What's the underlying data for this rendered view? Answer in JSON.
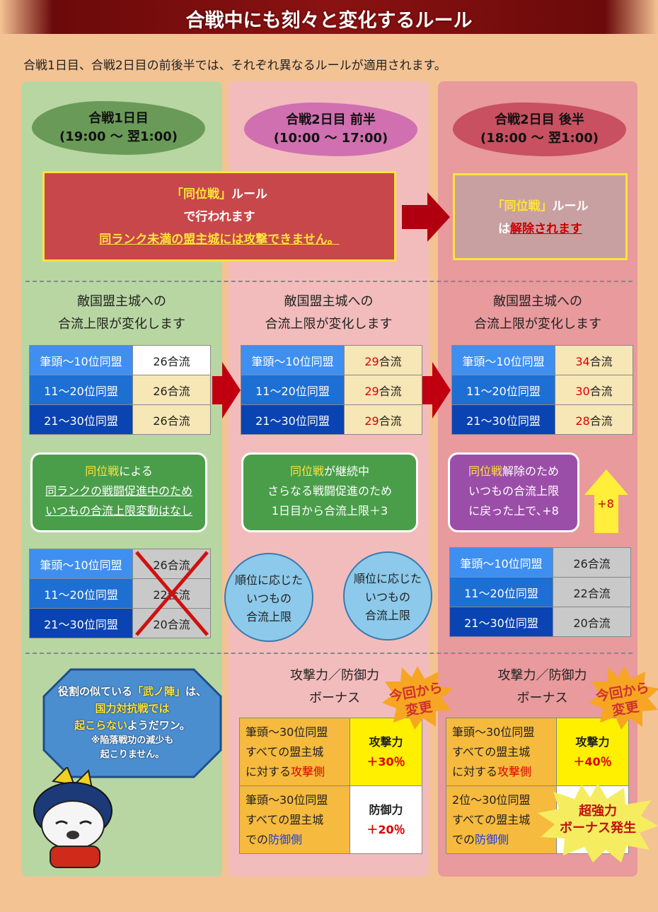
{
  "title": "合戦中にも刻々と変化するルール",
  "intro": "合戦1日目、合戦2日目の前後半では、それぞれ異なるルールが適用されます。",
  "colors": {
    "day1": "#6a9a58",
    "day2a": "#d070b0",
    "day2b": "#c85060",
    "accent": "#ffe33c"
  },
  "columns": [
    {
      "name": "合戦1日目",
      "time": "(19:00 〜 翌1:00)"
    },
    {
      "name": "合戦2日目 前半",
      "time": "(10:00 〜 17:00)"
    },
    {
      "name": "合戦2日目 後半",
      "time": "(18:00 〜 翌1:00)"
    }
  ],
  "rule_box": {
    "l1a": "「同位戦」",
    "l1b": "ルール",
    "l2": "で行われます",
    "l3": "同ランク未満の盟主城には攻撃できません。"
  },
  "rule_box2": {
    "l1a": "「同位戦」",
    "l1b": "ルール",
    "l2a": "は",
    "l2b": "解除されます"
  },
  "section_heading": {
    "l1": "敵国盟主城への",
    "l2": "合流上限が変化します"
  },
  "ranks": [
    "筆頭〜10位同盟",
    "11〜20位同盟",
    "21〜30位同盟"
  ],
  "unit": "合流",
  "limits": [
    [
      "26",
      "26",
      "26"
    ],
    [
      "29",
      "29",
      "29"
    ],
    [
      "34",
      "30",
      "28"
    ]
  ],
  "normal_limits": [
    "26",
    "22",
    "20"
  ],
  "bubbles": [
    {
      "l1a": "同位戦",
      "l1b": "による",
      "l2": "同ランクの戦闘促進中のため",
      "l3": "いつもの合流上限変動はなし"
    },
    {
      "l1a": "同位戦",
      "l1b": "が継続中",
      "l2": "さらなる戦闘促進のため",
      "l3": "1日目から合流上限＋3"
    },
    {
      "l1a": "同位戦",
      "l1b": "解除のため",
      "l2": "いつもの合流上限",
      "l3": "に戻った上で､+8"
    }
  ],
  "up_arrow": "+8",
  "circle": {
    "l1": "順位に応じた",
    "l2": "いつもの",
    "l3": "合流上限"
  },
  "bonus_heading": {
    "l1": "攻撃力／防御力",
    "l2": "ボーナス"
  },
  "burst_change": {
    "l1": "今回から",
    "l2": "変更"
  },
  "bonus": [
    {
      "atk_l1": "筆頭〜30位同盟",
      "atk_l2": "すべての盟主城",
      "atk_l3a": "に対する",
      "atk_l3b": "攻撃側",
      "atk_label": "攻撃力",
      "atk_val": "＋30％",
      "def_l1": "筆頭〜30位同盟",
      "def_l2": "すべての盟主城",
      "def_l3a": "での",
      "def_l3b": "防御側",
      "def_label": "防御力",
      "def_val": "＋20％"
    },
    {
      "atk_l1": "筆頭〜30位同盟",
      "atk_l2": "すべての盟主城",
      "atk_l3a": "に対する",
      "atk_l3b": "攻撃側",
      "atk_label": "攻撃力",
      "atk_val": "＋40％",
      "def_l1": "2位〜30位同盟",
      "def_l2": "すべての盟主城",
      "def_l3a": "での",
      "def_l3b": "防御側"
    }
  ],
  "burst_super": {
    "l1": "超強力",
    "l2": "ボーナス発生"
  },
  "mascot": {
    "l1a": "役割の似ている",
    "l1b": "「武ノ陣」",
    "l1c": "は、",
    "l2": "国力対抗戦では",
    "l3a": "起こらない",
    "l3b": "ようだワン。",
    "l4": "※陥落戦功の減少も",
    "l5": "起こりません。"
  }
}
